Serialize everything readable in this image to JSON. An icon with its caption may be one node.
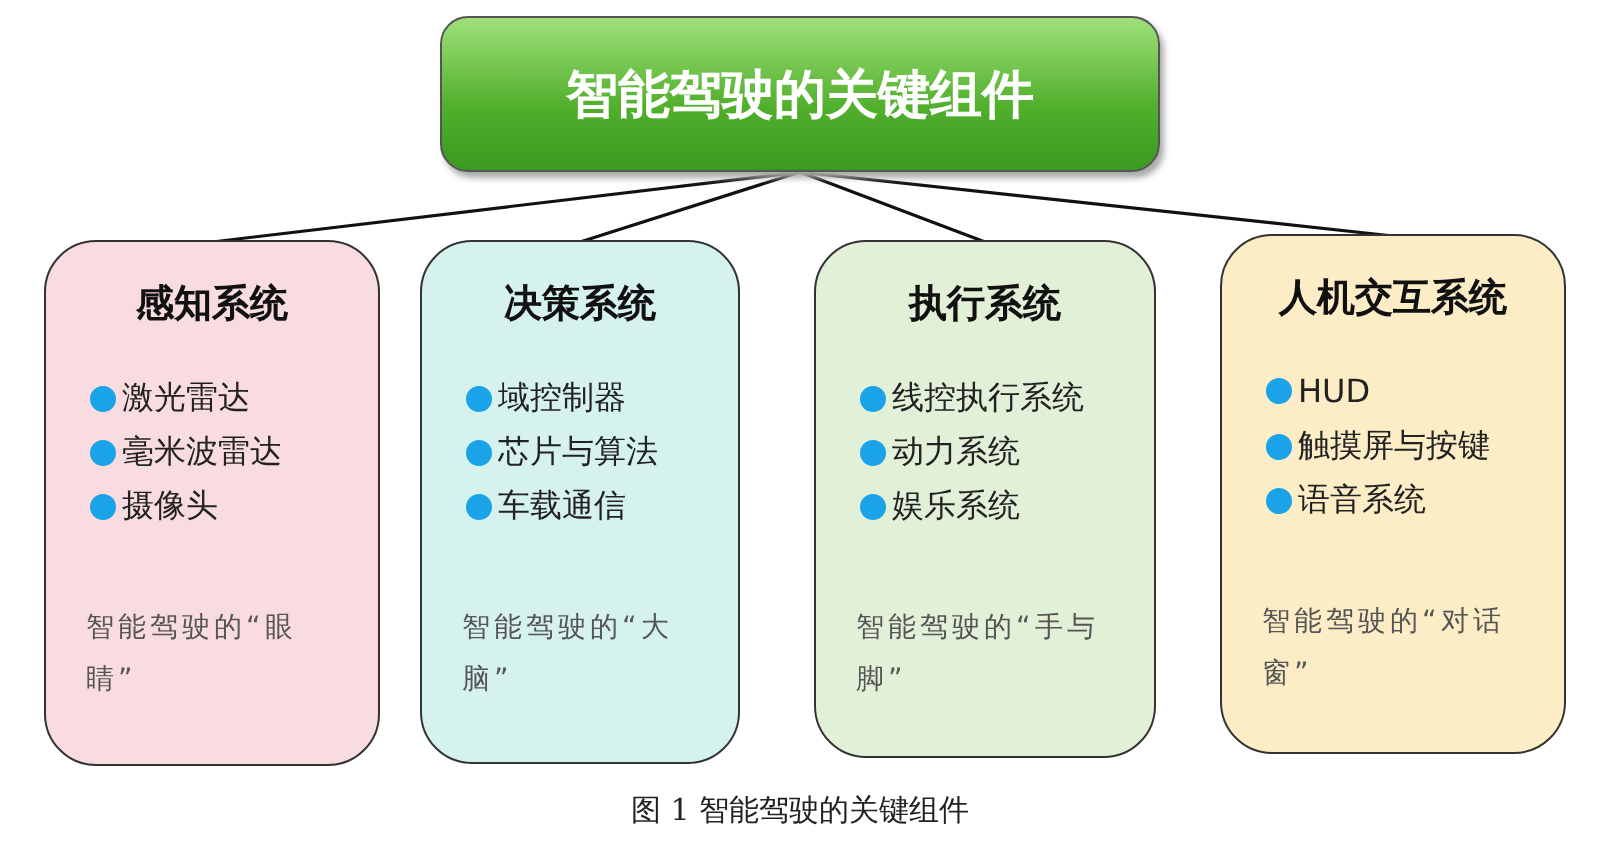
{
  "diagram": {
    "caption": "图 1 智能驾驶的关键组件",
    "nodes": [
      {
        "text": [
          "智能驾驶的关键组件"
        ]
      },
      {
        "text": [
          "感知系统",
          "激光雷达",
          "毫米波雷达",
          "摄像头",
          "智能驾驶的“眼睛”"
        ]
      },
      {
        "text": [
          "决策系统",
          "域控制器",
          "芯片与算法",
          "车载通信",
          "智能驾驶的“大脑”"
        ]
      },
      {
        "text": [
          "执行系统",
          "线控执行系统",
          "动力系统",
          "娱乐系统",
          "智能驾驶的“手与脚”"
        ]
      },
      {
        "text": [
          "人机交互系统",
          "HUD",
          "触摸屏与按键",
          "语音系统",
          "智能驾驶的“对话窗”"
        ]
      }
    ],
    "edges": [
      {
        "from": 0,
        "to": 1,
        "arrow": "none"
      },
      {
        "from": 0,
        "to": 2,
        "arrow": "none"
      },
      {
        "from": 0,
        "to": 3,
        "arrow": "none"
      },
      {
        "from": 0,
        "to": 4,
        "arrow": "none"
      }
    ]
  }
}
